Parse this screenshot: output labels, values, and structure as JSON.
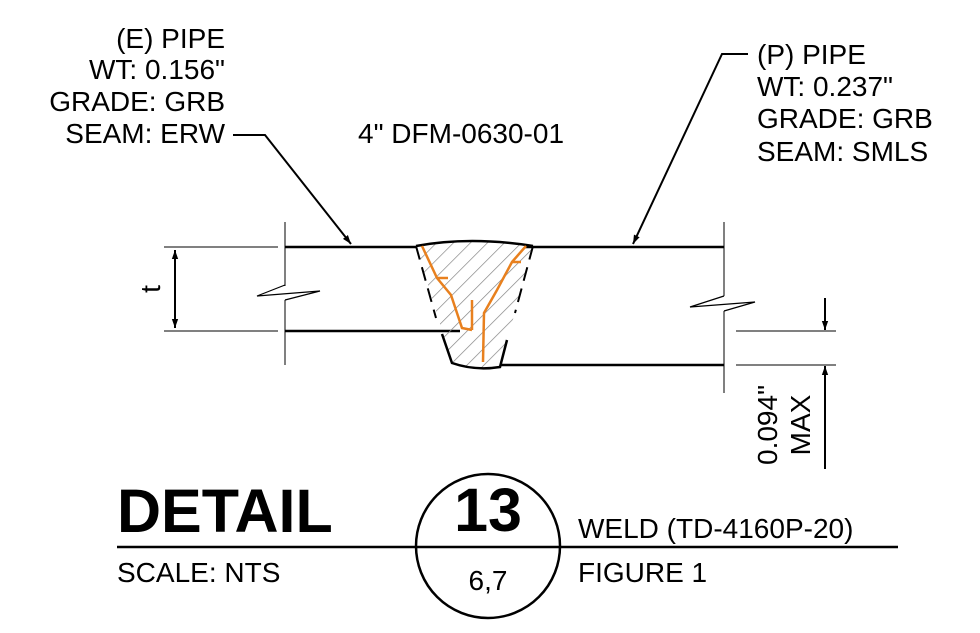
{
  "existing_pipe": {
    "lines": [
      "(E) PIPE",
      "WT: 0.156\"",
      "GRADE: GRB",
      "SEAM: ERW"
    ]
  },
  "proposed_pipe": {
    "lines": [
      "(P) PIPE",
      "WT: 0.237\"",
      "GRADE: GRB",
      "SEAM: SMLS"
    ]
  },
  "weld_id": "4\" DFM-0630-01",
  "thickness_label": "t",
  "offset_dimension": {
    "value": "0.094\"",
    "qualifier": "MAX"
  },
  "title_block": {
    "detail_label": "DETAIL",
    "detail_number": "13",
    "sheet_refs": "6,7",
    "scale": "SCALE: NTS",
    "title": "WELD (TD-4160P-20)",
    "subtitle": "FIGURE 1"
  },
  "colors": {
    "line": "#000000",
    "weld_bead": "#E8801E",
    "hatch": "#888888"
  }
}
